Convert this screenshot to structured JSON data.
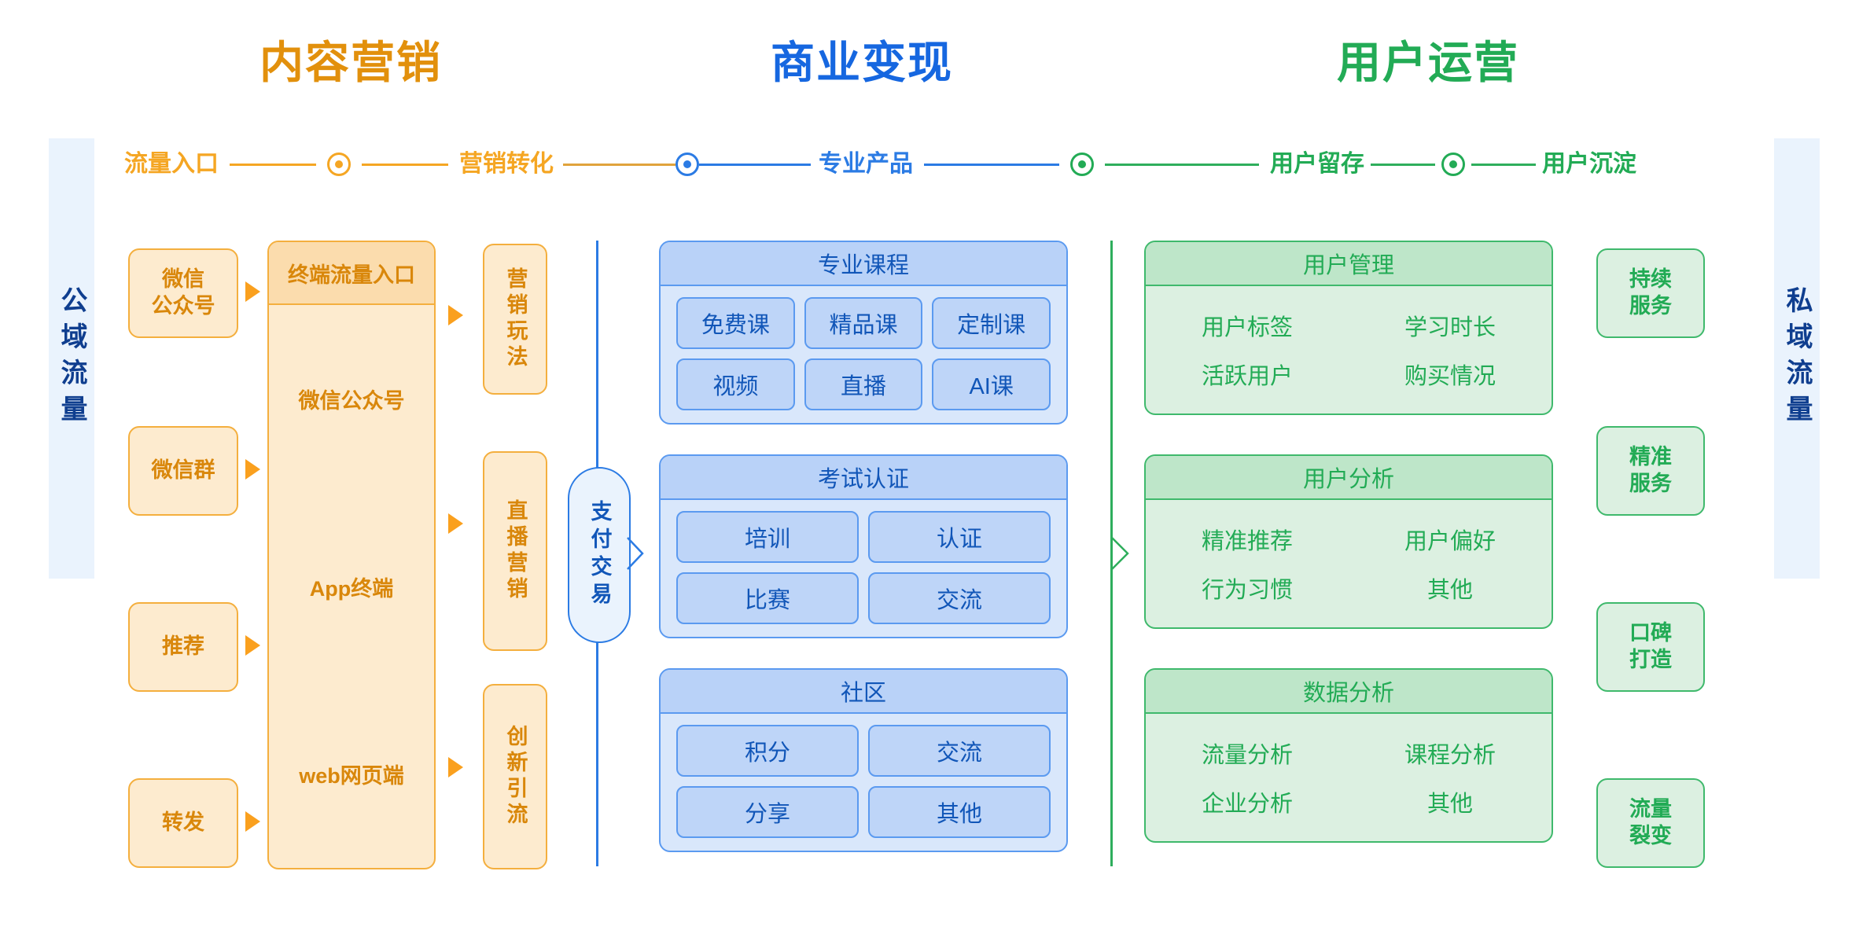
{
  "sections": [
    {
      "title": "内容营销",
      "color": "#E2900C"
    },
    {
      "title": "商业变现",
      "color": "#1667E0"
    },
    {
      "title": "用户运营",
      "color": "#22AB55"
    }
  ],
  "timeline": {
    "stages": [
      {
        "label": "流量入口",
        "color": "#F5A623"
      },
      {
        "label": "营销转化",
        "color": "#F5A623"
      },
      {
        "label": "专业产品",
        "color": "#2B7BE4"
      },
      {
        "label": "用户留存",
        "color": "#22AB55"
      },
      {
        "label": "用户沉淀",
        "color": "#22AB55"
      }
    ],
    "nodes": [
      "node-1",
      "node-2",
      "node-3",
      "node-4"
    ]
  },
  "side_left": {
    "label": "公域流量"
  },
  "side_right": {
    "label": "私域流量"
  },
  "entry_channels": [
    {
      "line1": "微信",
      "line2": "公众号"
    },
    {
      "line1": "微信群",
      "line2": ""
    },
    {
      "line1": "推荐",
      "line2": ""
    },
    {
      "line1": "转发",
      "line2": ""
    }
  ],
  "terminal": {
    "header": "终端流量入口",
    "items": [
      "微信公众号",
      "App终端",
      "web网页端"
    ]
  },
  "marketing_plays": [
    {
      "label": "营销玩法"
    },
    {
      "label": "直播营销"
    },
    {
      "label": "创新引流"
    }
  ],
  "payment": {
    "label": "支付交易"
  },
  "product_panels": [
    {
      "title": "专业课程",
      "columns": 3,
      "items": [
        "免费课",
        "精品课",
        "定制课",
        "视频",
        "直播",
        "AI课"
      ]
    },
    {
      "title": "考试认证",
      "columns": 2,
      "items": [
        "培训",
        "认证",
        "比赛",
        "交流"
      ]
    },
    {
      "title": "社区",
      "columns": 2,
      "items": [
        "积分",
        "交流",
        "分享",
        "其他"
      ]
    }
  ],
  "operation_panels": [
    {
      "title": "用户管理",
      "items": [
        "用户标签",
        "学习时长",
        "活跃用户",
        "购买情况"
      ]
    },
    {
      "title": "用户分析",
      "items": [
        "精准推荐",
        "用户偏好",
        "行为习惯",
        "其他"
      ]
    },
    {
      "title": "数据分析",
      "items": [
        "流量分析",
        "课程分析",
        "企业分析",
        "其他"
      ]
    }
  ],
  "outcomes": [
    {
      "line1": "持续",
      "line2": "服务"
    },
    {
      "line1": "精准",
      "line2": "服务"
    },
    {
      "line1": "口碑",
      "line2": "打造"
    },
    {
      "line1": "流量",
      "line2": "裂变"
    }
  ],
  "colors": {
    "orange": "#F5A623",
    "orange_text": "#D9870B",
    "orange_title": "#E2900C",
    "blue": "#2B7BE4",
    "blue_text": "#1156B8",
    "blue_title": "#1667E0",
    "green": "#3FB96C",
    "green_text": "#22AB55",
    "navy": "#0F3E8F",
    "side_bg": "#EAF3FD"
  }
}
